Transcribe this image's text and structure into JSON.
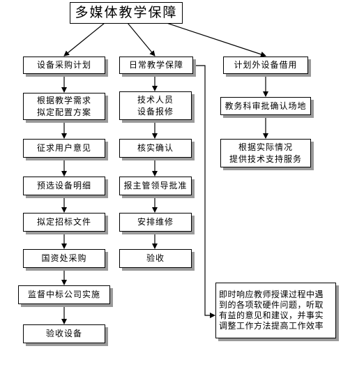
{
  "title": "多媒体教学保障",
  "branches": {
    "left": {
      "header": "设备采购计划",
      "steps": [
        "根据教学需求",
        "拟定配置方案",
        "征求用户意见",
        "预选设备明细",
        "拟定招标文件",
        "国资处采购",
        "监督中标公司实施",
        "验收设备"
      ]
    },
    "middle": {
      "header": "日常教学保障",
      "steps": [
        "技术人员",
        "设备报修",
        "核实确认",
        "报主管领导批准",
        "安排维修",
        "验收"
      ]
    },
    "right": {
      "header": "计划外设备借用",
      "steps": [
        "教务科审批确认场地",
        "根据实际情况",
        "提供技术支持服务"
      ]
    }
  },
  "note": {
    "lines": [
      "即时响应教师授课过程中遇",
      "到的各项软硬件问题，听取",
      "有益的意见和建议，并事实",
      "调整工作方法提高工作效率"
    ]
  }
}
